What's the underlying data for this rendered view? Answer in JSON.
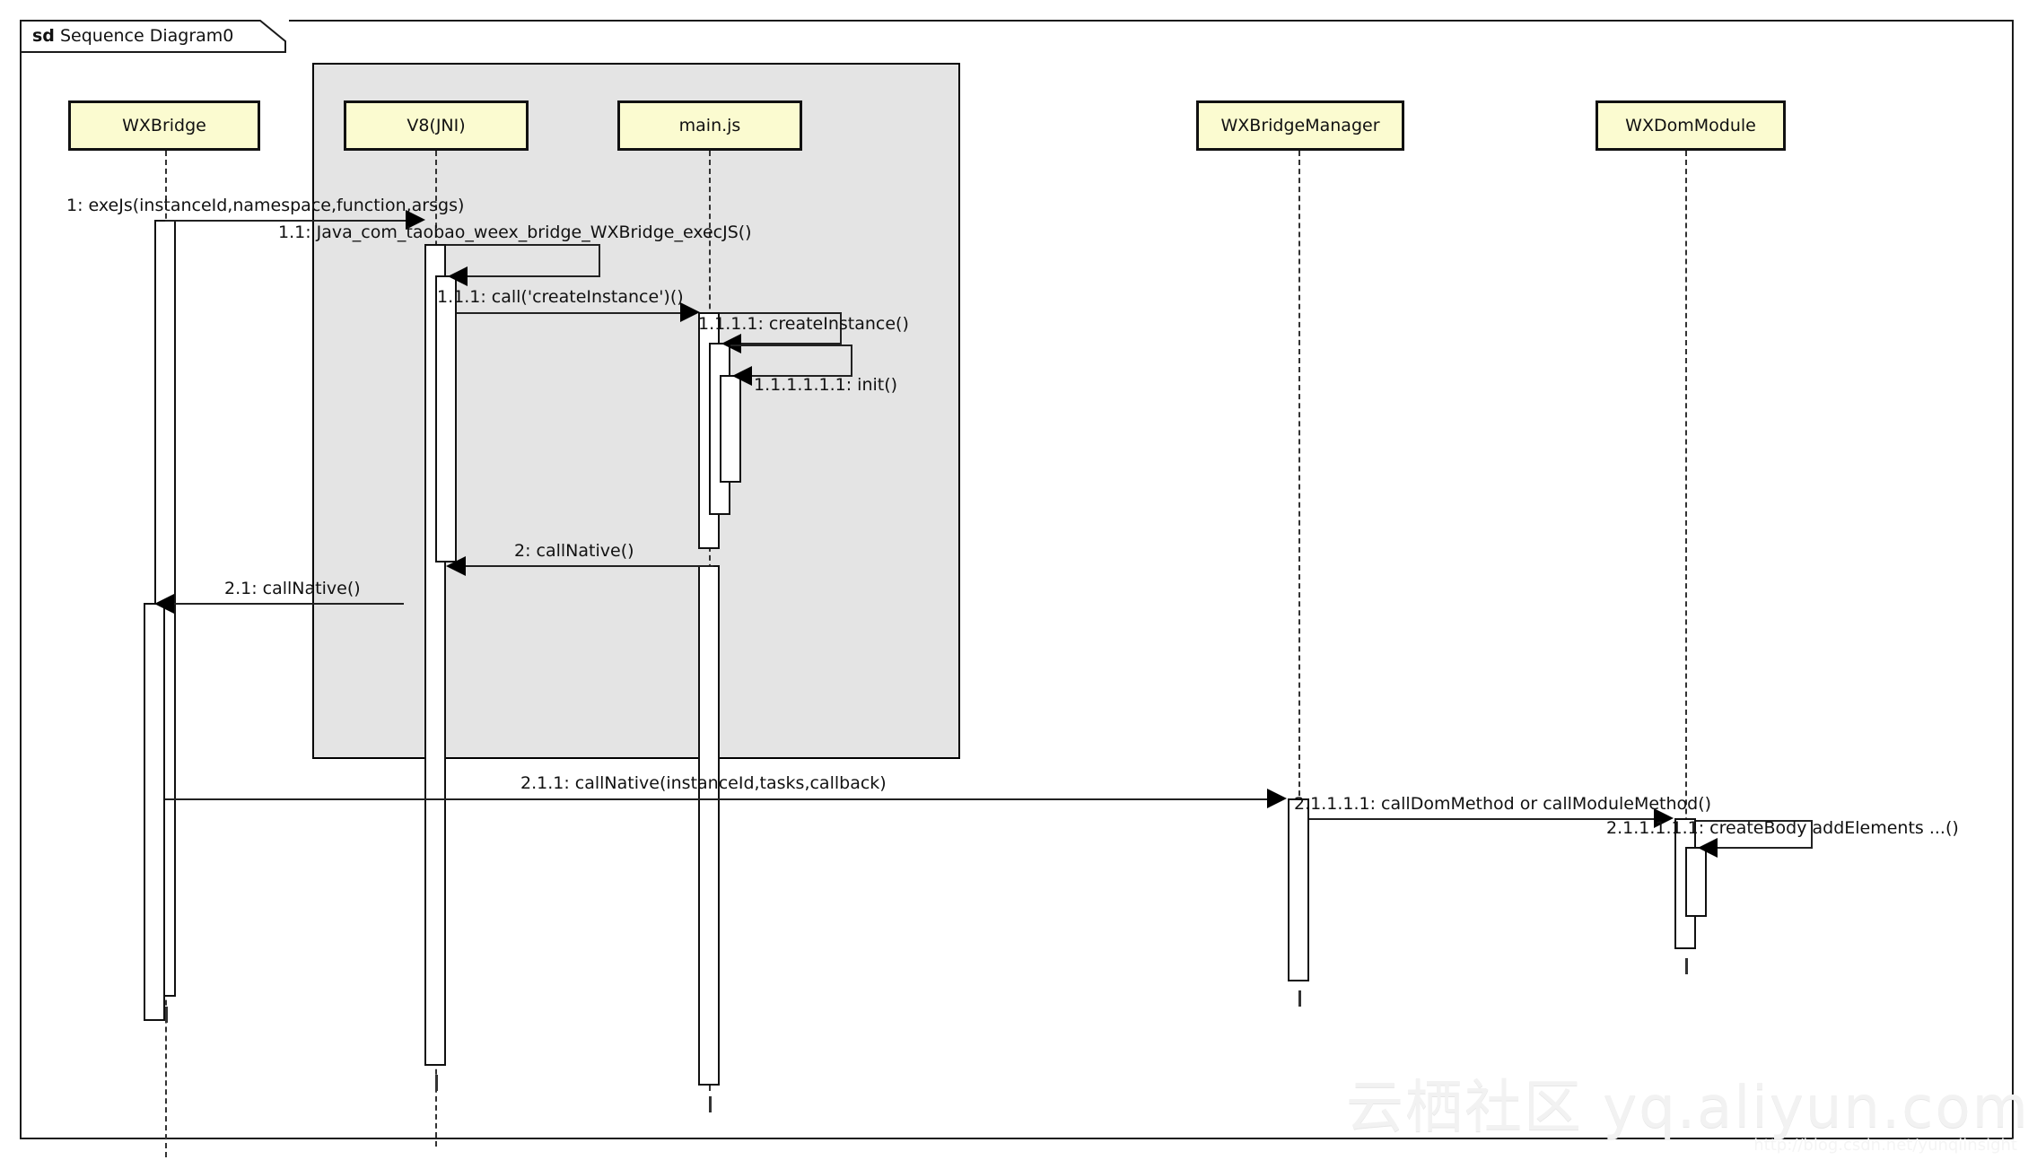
{
  "frame": {
    "stereotype": "sd",
    "title": "Sequence Diagram0"
  },
  "lifelines": [
    {
      "id": "wxbridge",
      "label": "WXBridge"
    },
    {
      "id": "v8jni",
      "label": "V8(JNI)"
    },
    {
      "id": "mainjs",
      "label": "main.js"
    },
    {
      "id": "wxbridgemanager",
      "label": "WXBridgeManager"
    },
    {
      "id": "wxdommodule",
      "label": "WXDomModule"
    }
  ],
  "messages": [
    {
      "seq": "1",
      "label": "1: exeJs(instanceId,namespace,function,arsgs)"
    },
    {
      "seq": "1.1",
      "label": "1.1: Java_com_taobao_weex_bridge_WXBridge_execJS()"
    },
    {
      "seq": "1.1.1",
      "label": "1.1.1: call('createInstance')()"
    },
    {
      "seq": "1.1.1.1",
      "label": "1.1.1.1: createInstance()"
    },
    {
      "seq": "1.1.1.1.1.1",
      "label": "1.1.1.1.1.1: init()"
    },
    {
      "seq": "2",
      "label": "2: callNative()"
    },
    {
      "seq": "2.1",
      "label": "2.1: callNative()"
    },
    {
      "seq": "2.1.1",
      "label": "2.1.1: callNative(instanceId,tasks,callback)"
    },
    {
      "seq": "2.1.1.1.1",
      "label": "2.1.1.1.1: callDomMethod or callModuleMethod()"
    },
    {
      "seq": "2.1.1.1.1.1",
      "label": "2.1.1.1.1.1: createBody addElements ...()"
    }
  ],
  "watermark": {
    "text": "云栖社区 yq.aliyun.com",
    "sub": "http://blog.csdn.net/yunqiinsight"
  },
  "colors": {
    "lifeline_fill": "#fbfbd0",
    "group_fill": "#e4e4e4",
    "stroke": "#111111",
    "background": "#ffffff"
  }
}
